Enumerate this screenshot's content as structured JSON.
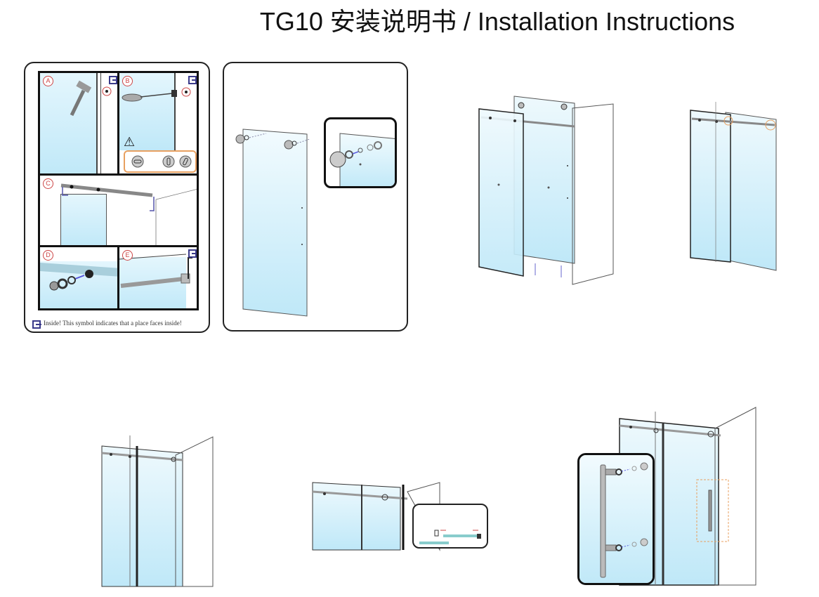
{
  "document": {
    "title": "TG10 安装说明书 / Installation Instructions"
  },
  "step1": {
    "panels": [
      {
        "letter": "A"
      },
      {
        "letter": "B"
      },
      {
        "letter": "C"
      },
      {
        "letter": "D"
      },
      {
        "letter": "E"
      }
    ],
    "warning_symbol": "⚠",
    "footnote": "Inside!  This symbol indicates that a place faces inside!"
  },
  "icons": {
    "inside": "inside-symbol-icon",
    "warning": "warning-triangle-icon"
  },
  "colors": {
    "glass": "#bfe8f8",
    "outline": "#222222",
    "label": "#cc4444",
    "inside_symbol": "#3a3a8a",
    "highlight": "#e8a060"
  }
}
